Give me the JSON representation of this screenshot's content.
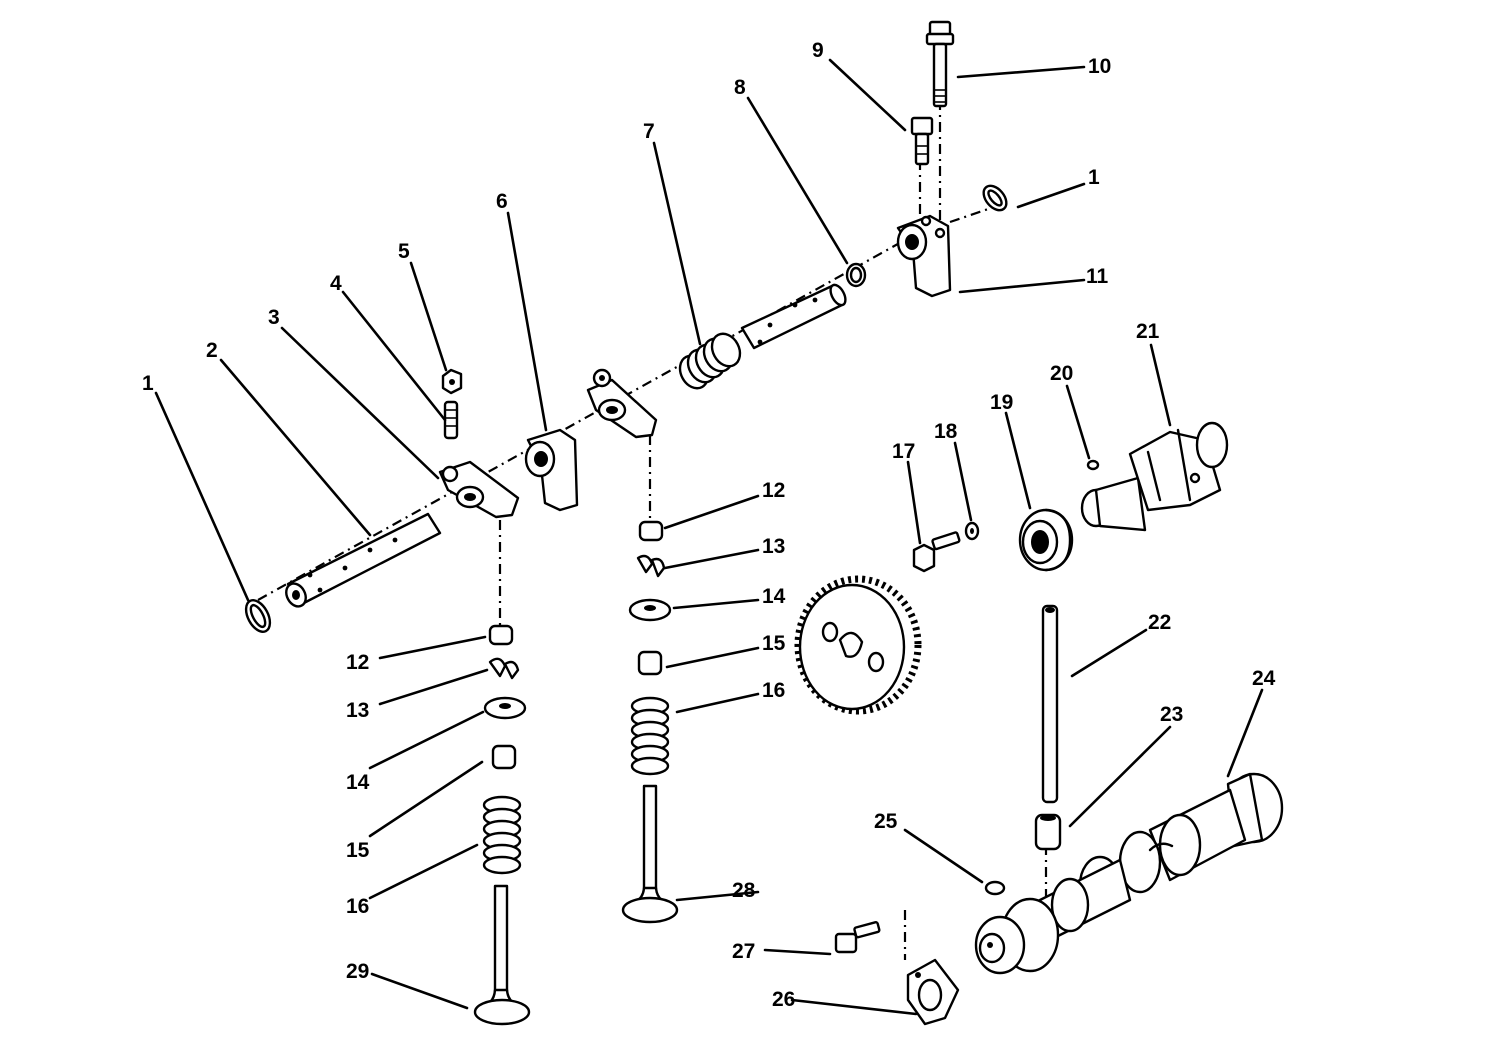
{
  "diagram": {
    "callouts": [
      "1",
      "2",
      "3",
      "4",
      "5",
      "6",
      "7",
      "8",
      "9",
      "10",
      "1",
      "11",
      "12",
      "13",
      "14",
      "15",
      "16",
      "12",
      "13",
      "14",
      "15",
      "16",
      "17",
      "18",
      "19",
      "20",
      "21",
      "22",
      "23",
      "24",
      "25",
      "26",
      "27",
      "28",
      "29"
    ]
  }
}
